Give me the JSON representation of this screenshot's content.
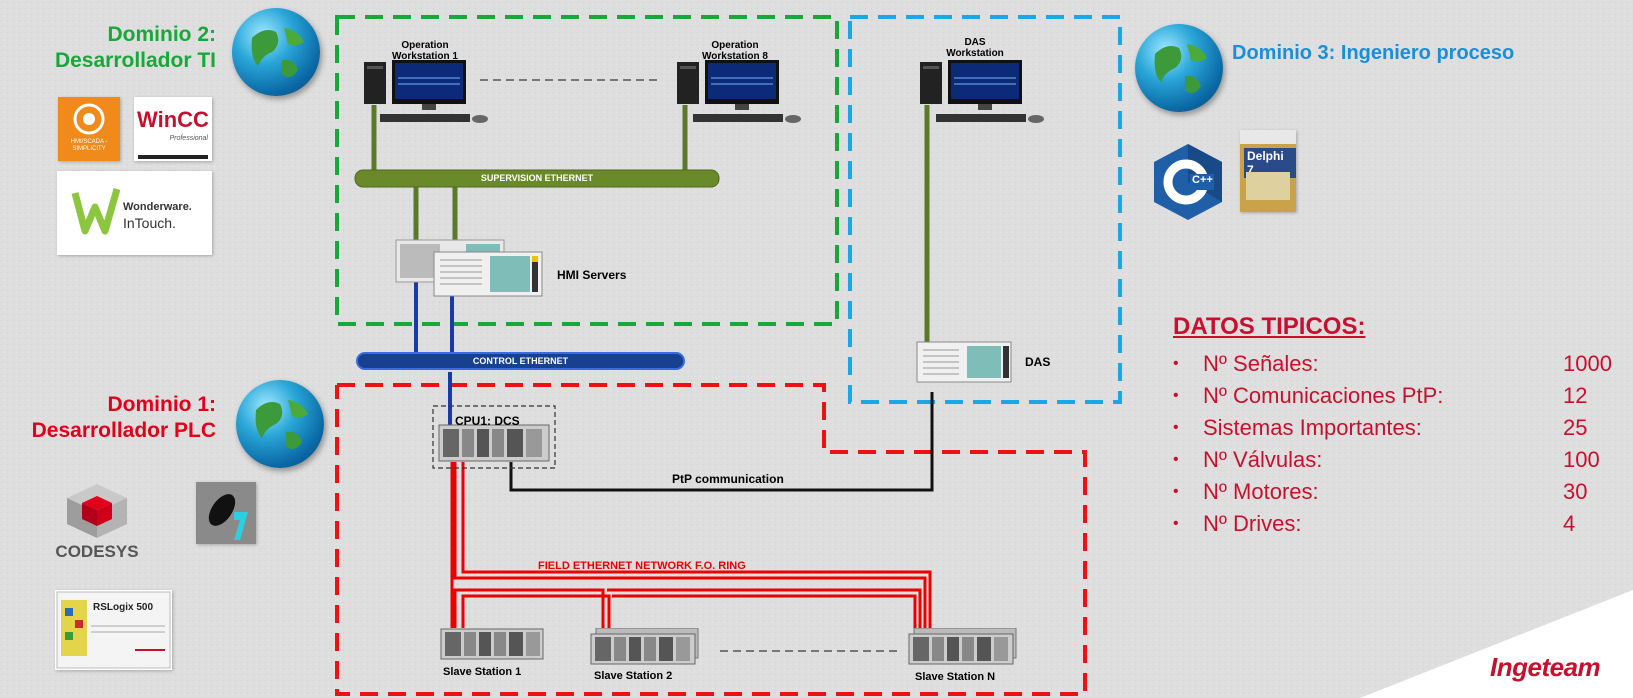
{
  "domains": {
    "d2": {
      "line1": "Dominio 2:",
      "line2": "Desarrollador TI"
    },
    "d1": {
      "line1": "Dominio 1:",
      "line2": "Desarrollador PLC"
    },
    "d3": {
      "text": "Dominio 3: Ingeniero proceso"
    }
  },
  "logos": {
    "codesys": "CODESYS",
    "hmi_scada": "HMI/SCADA -",
    "hmi_simplicity": "SIMPLICITY",
    "wincc": "WinCC",
    "wincc_sub": "Professional",
    "wonderware": "Wonderware.",
    "intouch": "InTouch.",
    "rslogix": "RSLogix 500",
    "delphi": "Delphi 7",
    "cpp": "C++"
  },
  "nodes": {
    "ows1_line1": "Operation",
    "ows1_line2": "Workstation 1",
    "ows8_line1": "Operation",
    "ows8_line2": "Workstation 8",
    "das_ws_line1": "DAS",
    "das_ws_line2": "Workstation",
    "hmi_servers": "HMI Servers",
    "das": "DAS",
    "cpu": "CPU1: DCS",
    "slave1": "Slave Station 1",
    "slave2": "Slave Station 2",
    "slaveN": "Slave Station N"
  },
  "networks": {
    "supervision": "SUPERVISION ETHERNET",
    "control": "CONTROL ETHERNET",
    "field": "FIELD ETHERNET NETWORK F.O. RING",
    "ptp": "PtP communication"
  },
  "datos": {
    "title": "DATOS TIPICOS:",
    "items": [
      {
        "label": "Nº Señales:",
        "value": "1000"
      },
      {
        "label": "Nº Comunicaciones PtP:",
        "value": "12"
      },
      {
        "label": "Sistemas Importantes:",
        "value": "25"
      },
      {
        "label": "Nº Válvulas:",
        "value": "100"
      },
      {
        "label": "Nº Motores:",
        "value": "30"
      },
      {
        "label": "Nº Drives:",
        "value": "4"
      }
    ]
  },
  "brand": "Ingeteam",
  "colors": {
    "domain_it": "#18a83a",
    "domain_plc": "#e3001b",
    "domain_process": "#1a8fd8",
    "datos": "#c8102e"
  }
}
